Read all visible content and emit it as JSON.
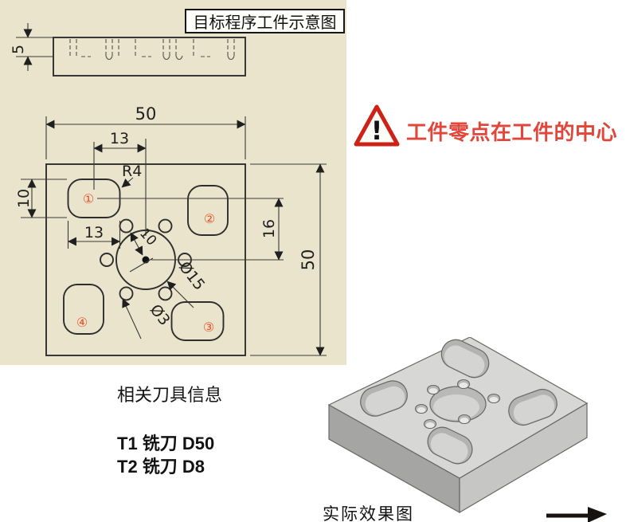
{
  "panel": {
    "title": "目标程序工件示意图",
    "dims": {
      "depth": "5",
      "width_top": "50",
      "offset_x_top": "13",
      "slot_height": "10",
      "slot_length": "13",
      "offset_y_right": "16",
      "height_right": "50",
      "corner_radius": "R4",
      "center_dia": "Ø15",
      "hole_dia": "Ø3",
      "bolt_radius": "10"
    },
    "markers": [
      "①",
      "②",
      "③",
      "④"
    ],
    "colors": {
      "panel_bg": "#e9e4cb",
      "marker": "#e8502b",
      "line": "#2e2e2e"
    }
  },
  "warning": {
    "exclamation": "!",
    "text": "工件零点在工件的中心",
    "color": "#e2463a"
  },
  "tools": {
    "heading": "相关刀具信息",
    "items": [
      "T1 铣刀 D50",
      "T2 铣刀 D8"
    ]
  },
  "render": {
    "caption": "实际效果图"
  }
}
